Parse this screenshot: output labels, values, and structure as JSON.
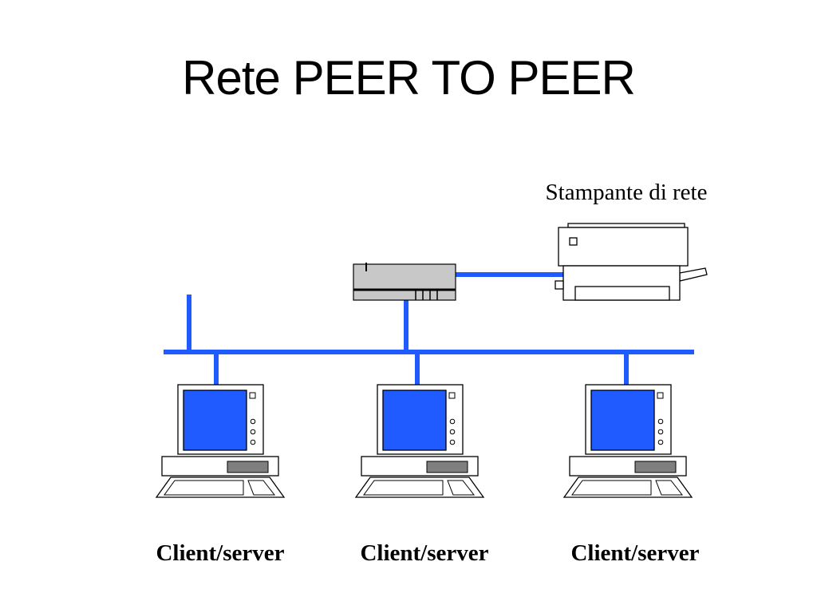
{
  "slide": {
    "title": "Rete PEER TO PEER"
  },
  "printer": {
    "label": "Stampante di rete"
  },
  "computers": [
    {
      "label": "Client/server"
    },
    {
      "label": "Client/server"
    },
    {
      "label": "Client/server"
    }
  ],
  "colors": {
    "network_cable": "#1f5bff",
    "screen": "#1f5bff",
    "hub_body": "#c8c8c8",
    "drive_bay": "#7f7f7f"
  },
  "icons": {
    "hub": "network-hub-icon",
    "printer": "printer-icon",
    "computer": "desktop-computer-icon"
  }
}
